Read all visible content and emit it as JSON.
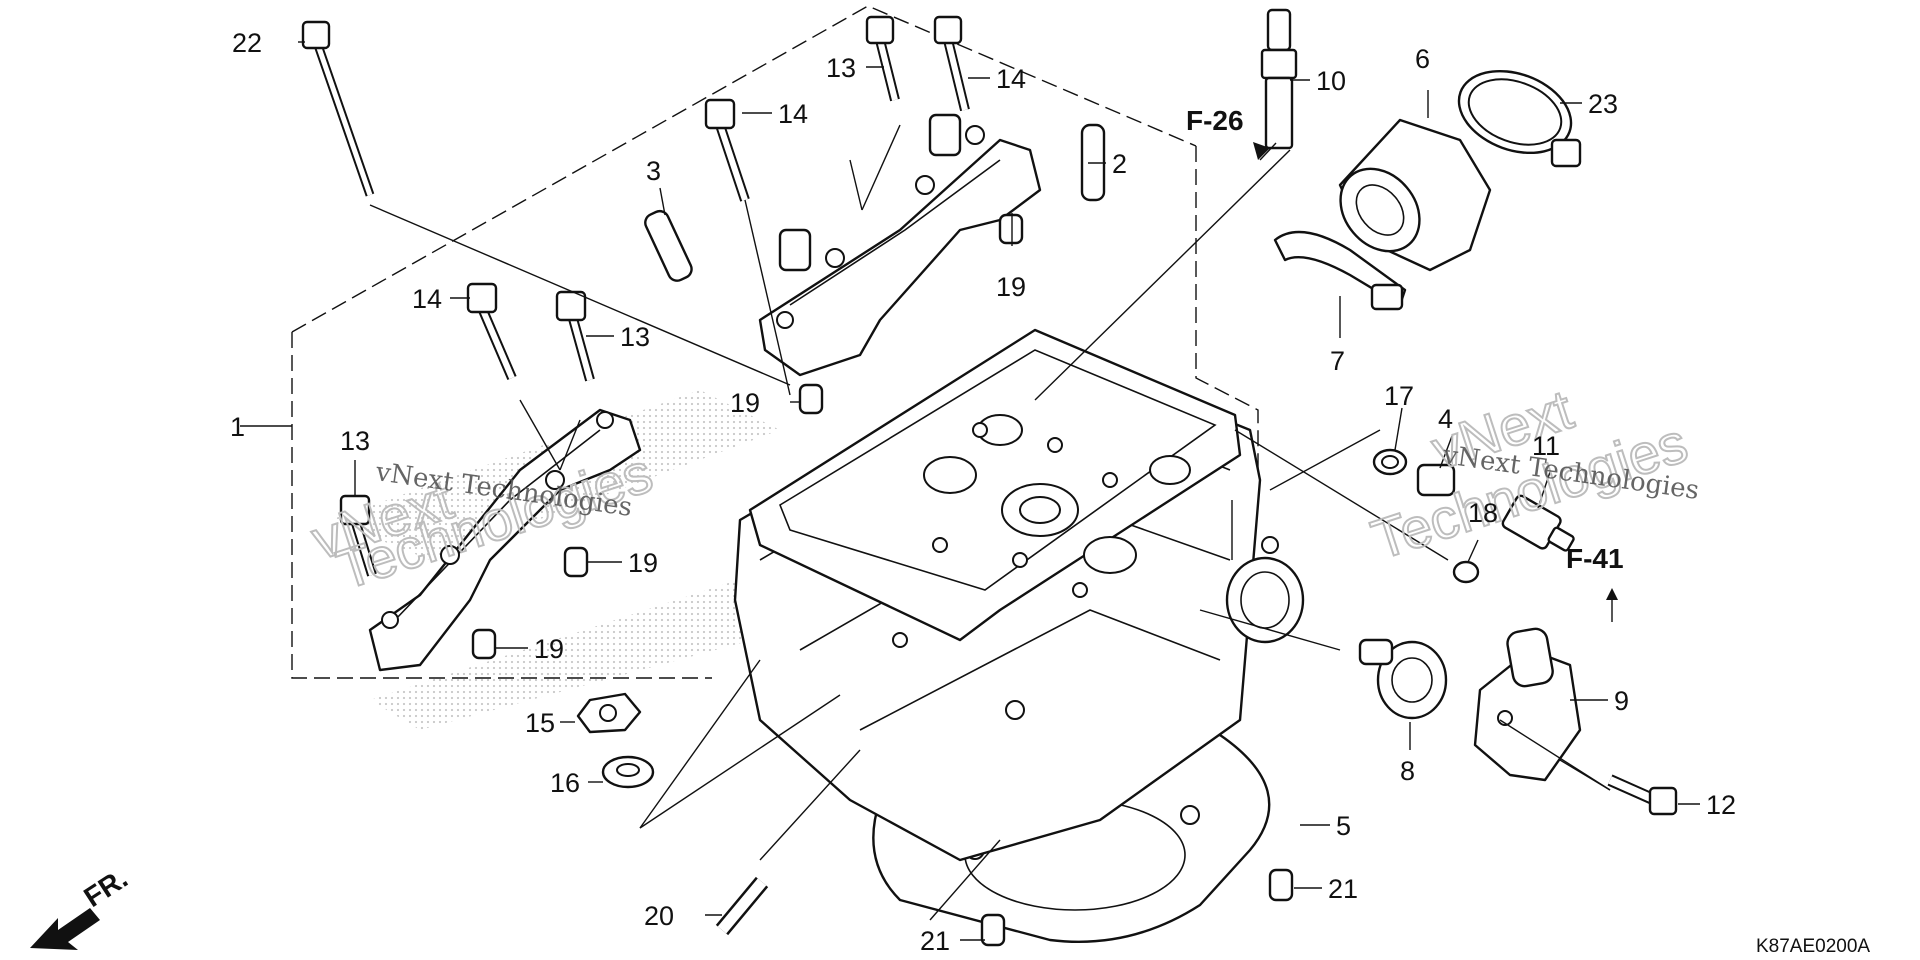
{
  "parts": {
    "p1": "1",
    "p2": "2",
    "p3": "3",
    "p4": "4",
    "p5": "5",
    "p6": "6",
    "p7": "7",
    "p8": "8",
    "p9": "9",
    "p10": "10",
    "p11": "11",
    "p12": "12",
    "p13a": "13",
    "p13b": "13",
    "p13c": "13",
    "p14a": "14",
    "p14b": "14",
    "p14c": "14",
    "p15": "15",
    "p16": "16",
    "p17": "17",
    "p18": "18",
    "p19a": "19",
    "p19b": "19",
    "p19c": "19",
    "p19d": "19",
    "p20": "20",
    "p21a": "21",
    "p21b": "21",
    "p22": "22",
    "p23": "23"
  },
  "refs": {
    "f26": "F-26",
    "f41": "F-41"
  },
  "front_label": "FR.",
  "diagram_code": "K87AE0200A",
  "watermark": {
    "line1": "vNext Technologies",
    "line2": "vNext Technologies"
  }
}
